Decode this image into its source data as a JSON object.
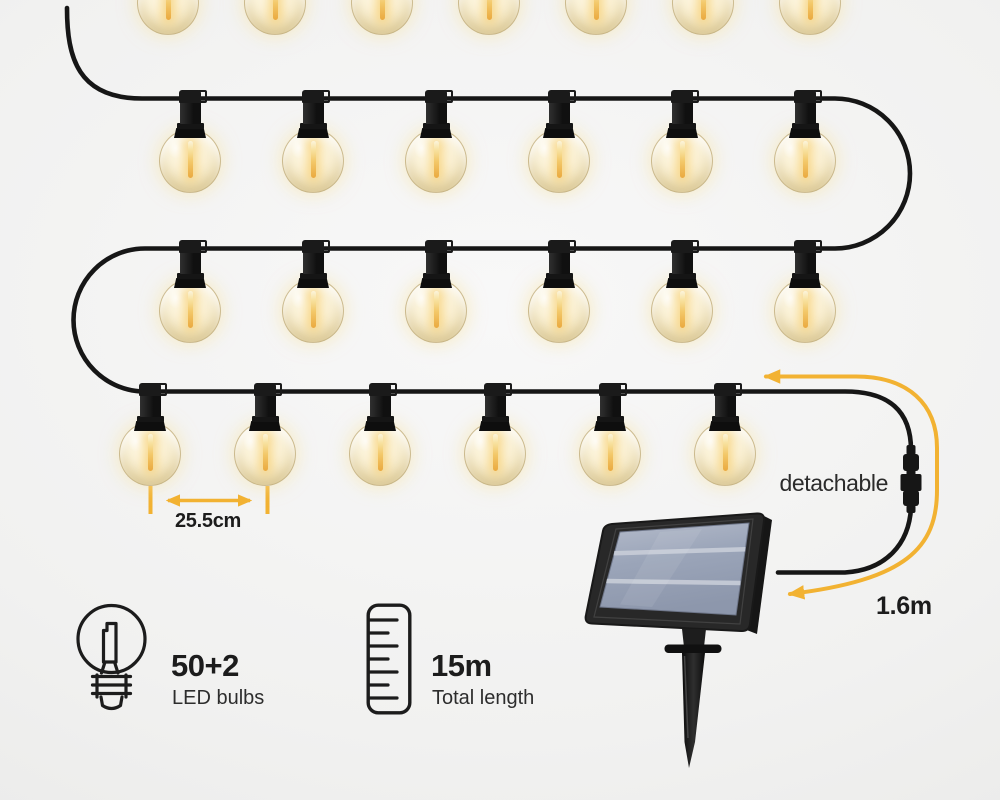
{
  "annotations": {
    "detachable": "detachable",
    "cable_length": "1.6m",
    "bulb_spacing": "25.5cm"
  },
  "features": [
    {
      "icon": "bulb-icon",
      "value": "50+2",
      "label": "LED bulbs"
    },
    {
      "icon": "ruler-icon",
      "value": "15m",
      "label": "Total length"
    }
  ],
  "string_lights": {
    "visible_full_rows": 3,
    "bulbs_per_full_row": 6,
    "top_row_partial_bulbs": 7,
    "bulb_spacing": "25.5cm",
    "total_length": "15m",
    "bulb_count": "50+2"
  },
  "solar_panel": {
    "component": "solar-panel-with-ground-stake",
    "connector": "detachable-inline-plug",
    "cable_length": "1.6m"
  },
  "colors": {
    "background": "#F0F0EF",
    "wire_black": "#161616",
    "accent_yellow": "#F2B232",
    "text_primary": "#1C1C1C",
    "text_secondary": "#2D2D2D",
    "bulb_glass": "#F7EDD3",
    "filament_amber": "#EDB44C",
    "panel_cell_blue": "#9AA4B8",
    "panel_frame": "#282828"
  }
}
